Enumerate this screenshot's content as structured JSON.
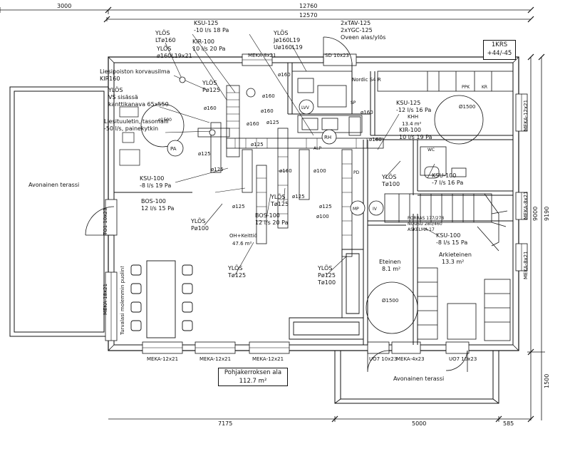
{
  "dimensions": {
    "left_top": "3000",
    "total_top": "12760",
    "inner_top": "12570",
    "bottom_left": "7175",
    "bottom_mid": "5000",
    "bottom_right": "585",
    "right_outer": "9190",
    "right_inner": "9000",
    "right_terrace": "1500"
  },
  "rooms": {
    "terrace_left": "Avonainen terassi",
    "terrace_bottom": "Avonainen terassi",
    "entrance_name": "Eteinen",
    "entrance_area": "8.1 m²",
    "utility_name": "Arkieteinen",
    "utility_area": "13.3 m²",
    "living_name": "OH+Keittiö",
    "living_area": "47.6 m²",
    "khh_name": "KHH",
    "khh_area": "13.4 m²",
    "wc_label": "WC",
    "corridor_label": "ALP",
    "floor_area_title": "Pohjakerroksen ala",
    "floor_area_value": "112.7 m²"
  },
  "revision_box": {
    "line1": "1KRS",
    "line2": "+44/-45"
  },
  "windows": {
    "bottom_1": "MEKA-12x21",
    "bottom_2": "MEKA-12x21",
    "bottom_3": "MEKA-12x21",
    "bottom_4": "MEKA-4x23",
    "top_1": "MEKA-8x21",
    "right_1": "MEKA-12x21",
    "right_2": "MEKA-8x21",
    "right_3": "MEKA-8x21",
    "left_1": "MEKA-18x21",
    "door_left": "TO1 10x23",
    "door_bottom_1": "UO7 10x23",
    "door_bottom_2": "UO7 10x23",
    "door_top": "SD 10x23"
  },
  "ventilation": {
    "ksu_top_1": "KSU-125",
    "ksu_top_2": "-10 l/s 18 Pa",
    "kir_top_1": "KIR-100",
    "kir_top_2": "10 l/s 20 Pa",
    "tav_1": "2xTAV-125",
    "tav_2": "2xYGC-125",
    "tav_3": "Oveen alas/ylös",
    "ylos_lt_1": "YLÖS",
    "ylos_lt_2": "LTø160",
    "ylos_ju_1": "YLÖS",
    "ylos_ju_2": "Jø160L19",
    "ylos_ju_3": "Uø160L19",
    "ylos_160_1": "YLÖS",
    "ylos_160_2": "ø160L19x21",
    "liesi_1": "Liesipoiston korvausilma",
    "liesi_2": "KIR160",
    "vs_1": "YLÖS",
    "vs_2": "VS sisässä",
    "vs_3": "kanttikanava 65x550",
    "lt_1": "Liesituuletin, tasomalli",
    "lt_2": "-50 l/s, painekytkin",
    "nordic": "Nordic S4 R",
    "ksu_khh_1": "KSU-125",
    "ksu_khh_2": "-12 l/s 16 Pa",
    "kir_khh_1": "KIR-100",
    "kir_khh_2": "10 l/s 19 Pa",
    "ksu_wc_1": "KSU-100",
    "ksu_wc_2": "-7 l/s 16 Pa",
    "ksu_ut_1": "KSU-100",
    "ksu_ut_2": "-8 l/s 15 Pa",
    "ksu_left_1": "KSU-100",
    "ksu_left_2": "-8 l/s 19 Pa",
    "bos_left_1": "BOS-100",
    "bos_left_2": "12 l/s 15 Pa",
    "bos_mid_1": "BOS-100",
    "bos_mid_2": "12 l/s 20 Pa",
    "ylos_p100_1": "YLÖS",
    "ylos_p100_2": "Pø100",
    "ylos_t125_1": "YLÖS",
    "ylos_t125_2": "Tø125",
    "ylos_p125_1": "YLÖS",
    "ylos_p125_2": "Pø125",
    "ylos_wc_1": "YLÖS",
    "ylos_wc_2": "Tø100",
    "ylos_mid_1": "YLÖS",
    "ylos_mid_2": "Pø125",
    "ylos_mid_3": "Tø100",
    "ylos_bottom_1": "YLÖS",
    "ylos_bottom_2": "Tø125",
    "ylos_left_1": "YLÖS",
    "ylos_left_2": "Pø125",
    "ylos_sd_1": "YLÖS",
    "ylos_sd_2": "Pø125",
    "stairs_1": "PORRAS 177/278",
    "stairs_2": "NOUSU 280/460",
    "stairs_3": "ASKELMA 17",
    "pipe_160": "ø160",
    "pipe_125": "ø125",
    "pipe_100": "ø100",
    "pipe_1500": "ø1500",
    "circle_1500": "Ø1500",
    "equip_lvv": "LVV",
    "equip_rh": "RH",
    "equip_mp": "MP",
    "equip_iv": "IV",
    "equip_pa": "PA",
    "equip_kr": "KR",
    "equip_ppk": "PPK",
    "equip_pd": "PD",
    "equip_sp": "SP",
    "turvalasi": "Turvalasi molemmin puolin!"
  }
}
